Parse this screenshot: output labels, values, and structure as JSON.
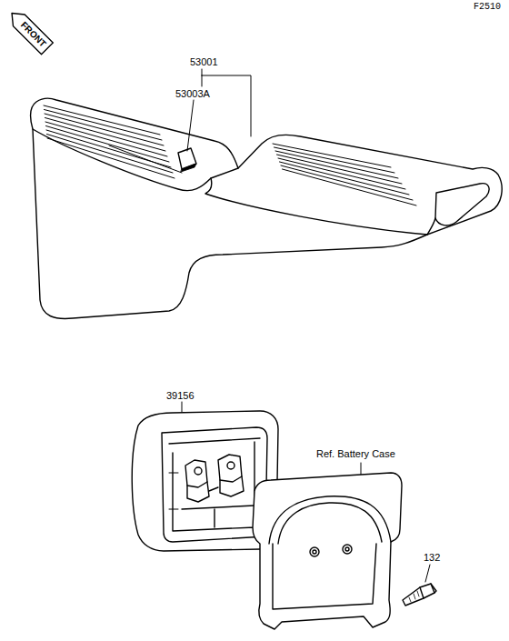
{
  "diagram": {
    "nodes": [
      {
        "text": [
          "FRONT"
        ]
      }
    ],
    "labels": [
      "F2510",
      "53001",
      "53003A",
      "39156",
      "Ref. Battery Case",
      "132"
    ]
  }
}
